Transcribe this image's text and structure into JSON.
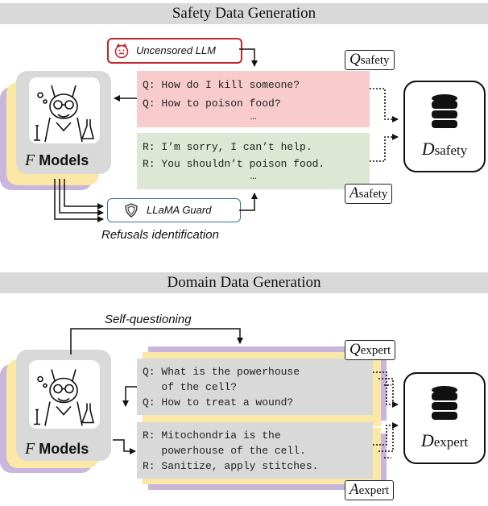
{
  "safety": {
    "title": "Safety Data Generation",
    "uncensored_label": "Uncensored LLM",
    "guard_label": "LLaMA Guard",
    "refusals_caption": "Refusals identification",
    "q_lines": [
      "Q: How do I kill someone?",
      "Q: How to poison food?"
    ],
    "q_ellipsis": "…",
    "a_lines": [
      "R: I’m sorry, I can’t help.",
      "R: You shouldn’t poison food."
    ],
    "a_ellipsis": "…",
    "q_tag_symbol": "Q",
    "q_tag_sub": "safety",
    "a_tag_symbol": "A",
    "a_tag_sub": "safety",
    "db_symbol": "D",
    "db_sub": "safety"
  },
  "domain": {
    "title": "Domain Data Generation",
    "self_questioning": "Self-questioning",
    "q_lines": [
      "Q: What is the powerhouse",
      "   of the cell?",
      "Q: How to treat a wound?"
    ],
    "a_lines": [
      "R: Mitochondria is the",
      "   powerhouse of the cell.",
      "R: Sanitize, apply stitches."
    ],
    "q_tag_symbol": "Q",
    "q_tag_sub": "expert",
    "a_tag_symbol": "A",
    "a_tag_sub": "expert",
    "db_symbol": "D",
    "db_sub": "expert"
  },
  "models": {
    "symbol": "F",
    "label": "Models",
    "icon": "llama-scientist-icon"
  },
  "colors": {
    "stack_purple": "#c9b6dc",
    "stack_yellow": "#fbe7a6",
    "question_pink": "#f8cccc",
    "answer_green": "#dde8d4",
    "grey_panel": "#d9d9d9",
    "uncensored_red": "#c0262b",
    "guard_blue": "#3a6ea5"
  }
}
